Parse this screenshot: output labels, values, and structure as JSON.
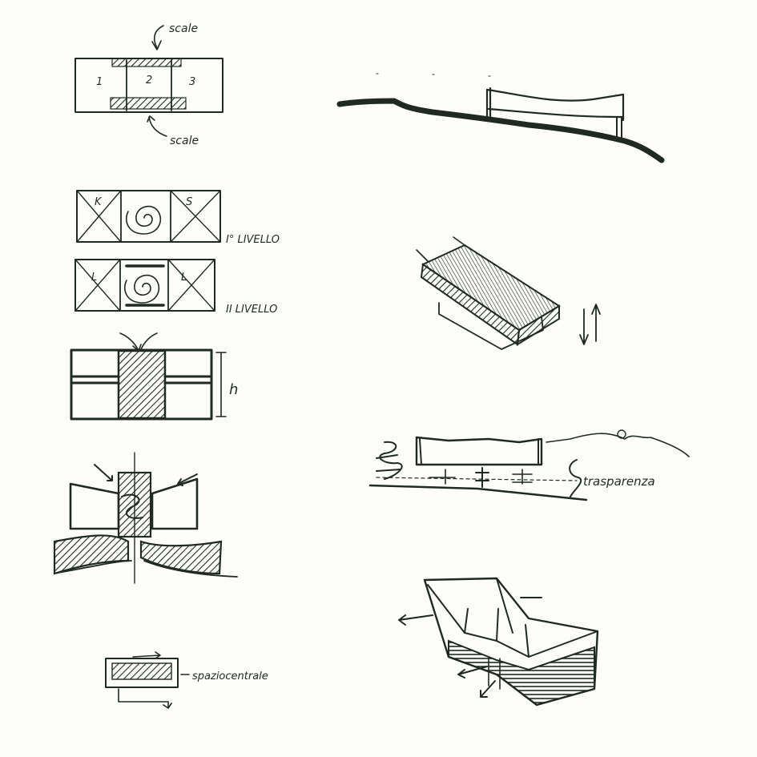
{
  "labels": {
    "scale_top": "scale",
    "scale_bottom": "scale",
    "room_1": "1",
    "room_2": "2",
    "room_3": "3",
    "room_k": "K",
    "room_s": "S",
    "room_l_left": "L",
    "room_l_right": "L",
    "level_1": "I° LIVELLO",
    "level_2": "II LIVELLO",
    "height": "h",
    "transparency": "trasparenza",
    "central_space": "spaziocentrale"
  },
  "colors": {
    "ink": "#1f2a22",
    "paper": "#fdfdfb"
  }
}
